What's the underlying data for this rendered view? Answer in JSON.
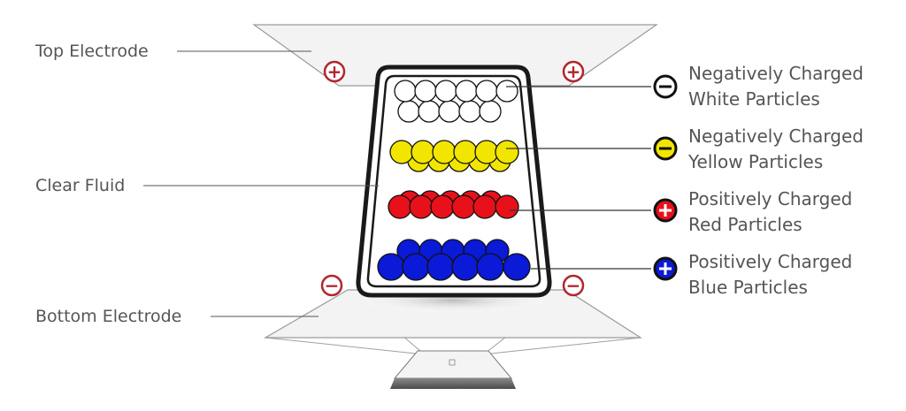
{
  "left_labels": {
    "top_electrode": "Top Electrode",
    "clear_fluid": "Clear Fluid",
    "bottom_electrode": "Bottom Electrode"
  },
  "legend": [
    {
      "line1": "Negatively Charged",
      "line2": "White Particles",
      "symbol": "−",
      "fill": "#ffffff",
      "icon": "minus-icon"
    },
    {
      "line1": "Negatively Charged",
      "line2": "Yellow Particles",
      "symbol": "−",
      "fill": "#f2e600",
      "icon": "minus-icon"
    },
    {
      "line1": "Positively Charged",
      "line2": "Red Particles",
      "symbol": "+",
      "fill": "#e8101a",
      "icon": "plus-icon"
    },
    {
      "line1": "Positively Charged",
      "line2": "Blue Particles",
      "symbol": "+",
      "fill": "#0a1ad6",
      "icon": "plus-icon"
    }
  ],
  "electrode_signs": {
    "top": "+",
    "bottom": "−"
  },
  "colors": {
    "white_particle": "#ffffff",
    "yellow_particle": "#f2e600",
    "red_particle": "#e8101a",
    "blue_particle": "#0a1ad6",
    "electrode_sign": "#b0262e",
    "electrode_plate": "#f2f2f2",
    "label_text": "#555555"
  }
}
